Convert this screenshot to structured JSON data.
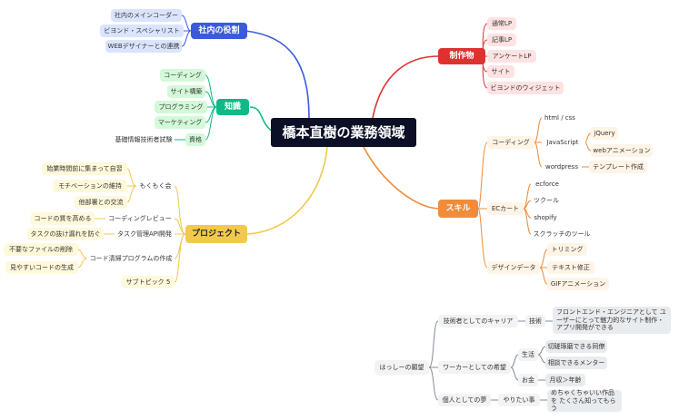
{
  "colors": {
    "role": "#3b5bdb",
    "knowledge": "#12b886",
    "project": "#f2c94c",
    "deliverables": "#e03131",
    "skill": "#f08c3a",
    "vision": "#868e96"
  },
  "center": {
    "title": "橋本直樹の業務領域"
  },
  "role": {
    "label": "社内の役割",
    "items": [
      "社内のメインコーダー",
      "ビヨンド・スペシャリスト",
      "WEBデザイナーとの連携"
    ]
  },
  "knowledge": {
    "label": "知識",
    "items": [
      "コーディング",
      "サイト構築",
      "プログラミング",
      "マーケティング"
    ],
    "qual_label": "資格",
    "qual_item": "基礎情報技術者試験"
  },
  "project": {
    "label": "プロジェクト",
    "mokumoku": {
      "label": "もくもく会",
      "items": [
        "始業時間前に集まって自習",
        "モチベーションの維持",
        "他部署との交流"
      ]
    },
    "review": {
      "label": "コーディングレビュー",
      "item": "コードの質を高める"
    },
    "task": {
      "label": "タスク管理API開発",
      "item": "タスクの抜け漏れを防ぐ"
    },
    "cleanup": {
      "label": "コード清掃プログラムの作成",
      "items": [
        "不要なファイルの削除",
        "見やすいコードの生成"
      ]
    },
    "sub5": "サブトピック 5"
  },
  "deliverables": {
    "label": "制作物",
    "items": [
      "通常LP",
      "記事LP",
      "アンケートLP",
      "サイト",
      "ビヨンドのウィジェット"
    ]
  },
  "skill": {
    "label": "スキル",
    "coding": {
      "label": "コーディング",
      "html": "html / css",
      "js": "JavaScript",
      "js_items": [
        "jQuery",
        "webアニメーション"
      ],
      "wp": "wordpress",
      "wp_item": "テンプレート作成"
    },
    "ec": {
      "label": "ECカート",
      "items": [
        "ecforce",
        "ツクール",
        "shopify",
        "スクラッチのツール"
      ]
    },
    "design": {
      "label": "デザインデータ",
      "items": [
        "トリミング",
        "テキスト修正",
        "GIFアニメーション"
      ]
    }
  },
  "vision": {
    "label": "はっしーの願望",
    "career": {
      "label": "技術者としてのキャリア",
      "tech": "技術",
      "tech_item": "フロントエンド・エンジニアとして ユーザーにとって魅力的なサイト制作・アプリ開発ができる"
    },
    "worker": {
      "label": "ワーカーとしての希望",
      "life": "生活",
      "life_items": [
        "切磋琢磨できる同僚",
        "相談できるメンター"
      ],
      "money": "お金",
      "money_item": "月収＞年齢"
    },
    "dream": {
      "label": "個人としての夢",
      "want": "やりたい事",
      "want_item": "めちゃくちゃいい作品を たくさん知ってもらう"
    }
  }
}
